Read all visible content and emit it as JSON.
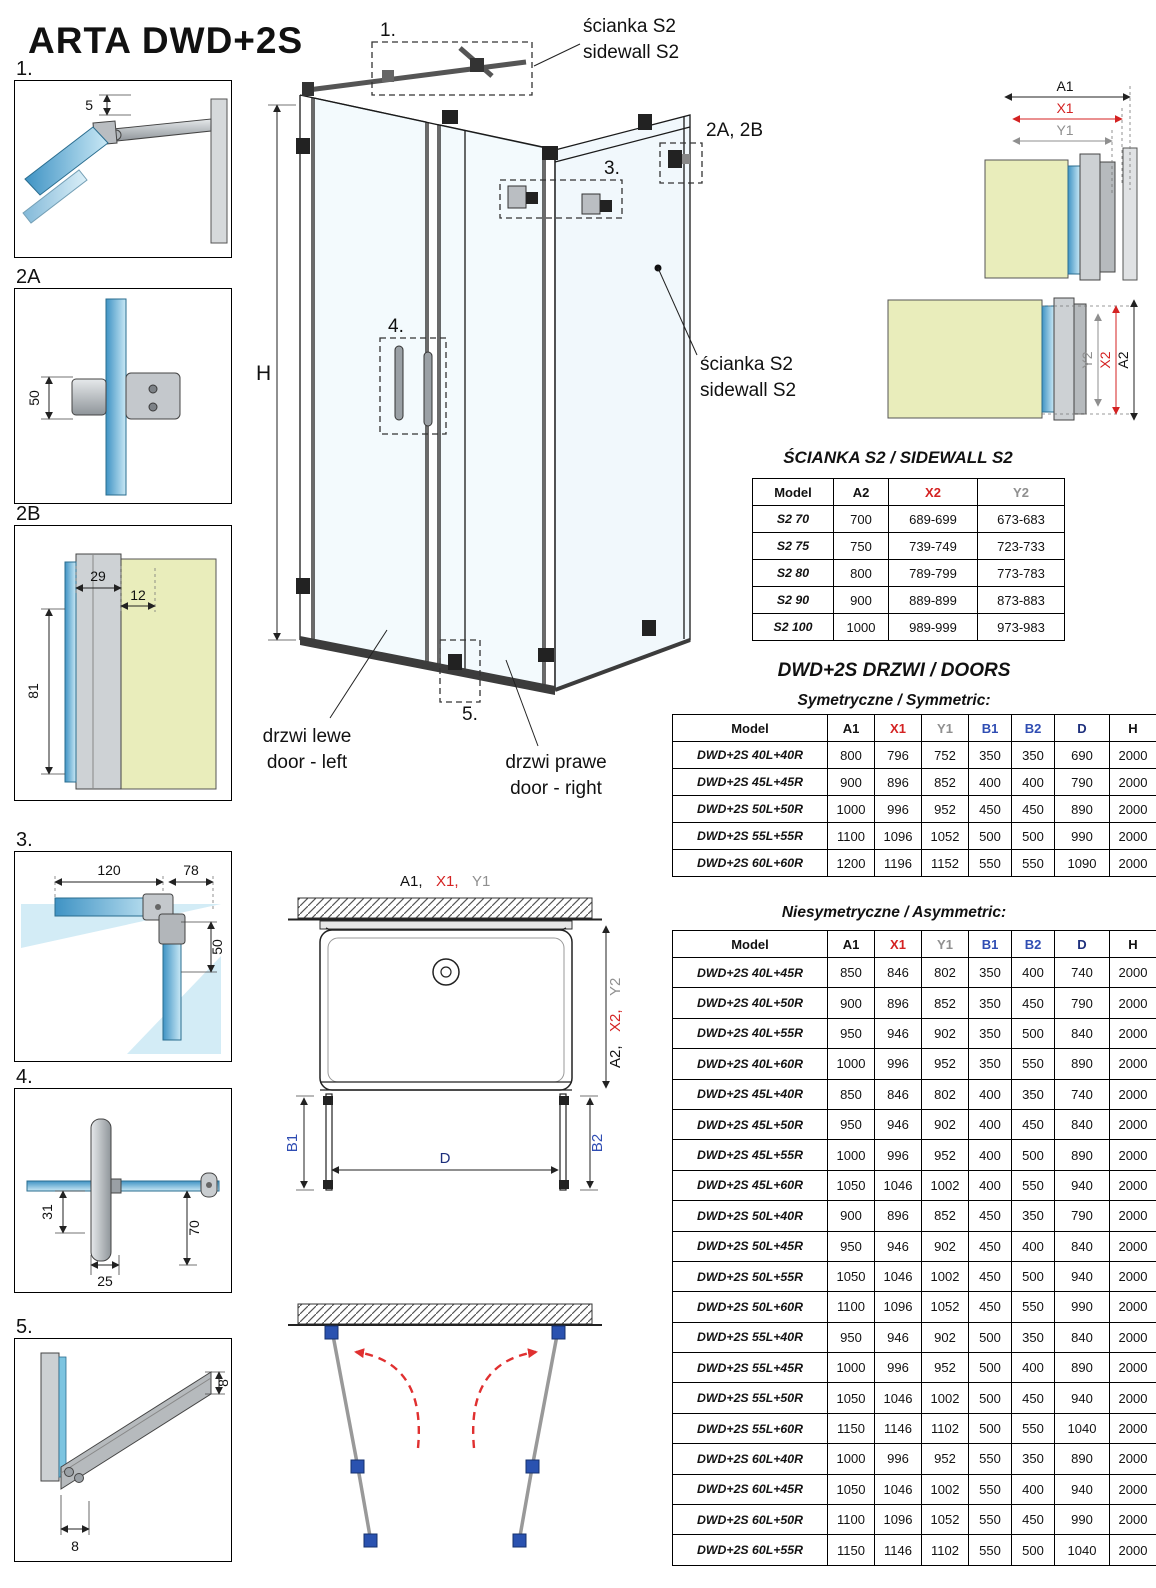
{
  "title": "ARTA DWD+2S",
  "details": {
    "d1": {
      "label": "1.",
      "dims": [
        "5"
      ]
    },
    "d2a": {
      "label": "2A",
      "dims": [
        "50"
      ]
    },
    "d2b": {
      "label": "2B",
      "dims": [
        "29",
        "12",
        "81"
      ]
    },
    "d3": {
      "label": "3.",
      "dims": [
        "120",
        "78",
        "50"
      ]
    },
    "d4": {
      "label": "4.",
      "dims": [
        "31",
        "25",
        "70"
      ]
    },
    "d5": {
      "label": "5.",
      "dims": [
        "8",
        "8"
      ]
    }
  },
  "main": {
    "callout1": "1.",
    "callout2": "2A, 2B",
    "callout3": "3.",
    "callout4": "4.",
    "callout5": "5.",
    "h_label": "H",
    "sidewall_top_pl": "ścianka S2",
    "sidewall_top_en": "sidewall S2",
    "sidewall_right_pl": "ścianka S2",
    "sidewall_right_en": "sidewall S2",
    "door_left_pl": "drzwi lewe",
    "door_left_en": "door - left",
    "door_right_pl": "drzwi prawe",
    "door_right_en": "door - right"
  },
  "corner_top": {
    "a1": "A1",
    "x1": "X1",
    "y1": "Y1"
  },
  "corner_side": {
    "y2": "Y2",
    "x2": "X2",
    "a2": "A2"
  },
  "top_view": {
    "a1": "A1,",
    "x1": "X1,",
    "y1": "Y1",
    "a2": "A2,",
    "x2": "X2,",
    "y2": "Y2",
    "b1": "B1",
    "b2": "B2",
    "d": "D"
  },
  "sidewall_table": {
    "title": "ŚCIANKA S2 / SIDEWALL S2",
    "headers": [
      "Model",
      "A2",
      "X2",
      "Y2"
    ],
    "rows": [
      [
        "S2 70",
        "700",
        "689-699",
        "673-683"
      ],
      [
        "S2 75",
        "750",
        "739-749",
        "723-733"
      ],
      [
        "S2 80",
        "800",
        "789-799",
        "773-783"
      ],
      [
        "S2 90",
        "900",
        "889-899",
        "873-883"
      ],
      [
        "S2 100",
        "1000",
        "989-999",
        "973-983"
      ]
    ]
  },
  "doors": {
    "title": "DWD+2S DRZWI / DOORS",
    "sym_title": "Symetryczne / Symmetric:",
    "asym_title": "Niesymetryczne / Asymmetric:",
    "sym": {
      "headers": [
        "Model",
        "A1",
        "X1",
        "Y1",
        "B1",
        "B2",
        "D",
        "H"
      ],
      "rows": [
        [
          "DWD+2S 40L+40R",
          "800",
          "796",
          "752",
          "350",
          "350",
          "690",
          "2000"
        ],
        [
          "DWD+2S 45L+45R",
          "900",
          "896",
          "852",
          "400",
          "400",
          "790",
          "2000"
        ],
        [
          "DWD+2S 50L+50R",
          "1000",
          "996",
          "952",
          "450",
          "450",
          "890",
          "2000"
        ],
        [
          "DWD+2S 55L+55R",
          "1100",
          "1096",
          "1052",
          "500",
          "500",
          "990",
          "2000"
        ],
        [
          "DWD+2S 60L+60R",
          "1200",
          "1196",
          "1152",
          "550",
          "550",
          "1090",
          "2000"
        ]
      ]
    },
    "asym": {
      "headers": [
        "Model",
        "A1",
        "X1",
        "Y1",
        "B1",
        "B2",
        "D",
        "H"
      ],
      "rows": [
        [
          "DWD+2S 40L+45R",
          "850",
          "846",
          "802",
          "350",
          "400",
          "740",
          "2000"
        ],
        [
          "DWD+2S 40L+50R",
          "900",
          "896",
          "852",
          "350",
          "450",
          "790",
          "2000"
        ],
        [
          "DWD+2S 40L+55R",
          "950",
          "946",
          "902",
          "350",
          "500",
          "840",
          "2000"
        ],
        [
          "DWD+2S 40L+60R",
          "1000",
          "996",
          "952",
          "350",
          "550",
          "890",
          "2000"
        ],
        [
          "DWD+2S 45L+40R",
          "850",
          "846",
          "802",
          "400",
          "350",
          "740",
          "2000"
        ],
        [
          "DWD+2S 45L+50R",
          "950",
          "946",
          "902",
          "400",
          "450",
          "840",
          "2000"
        ],
        [
          "DWD+2S 45L+55R",
          "1000",
          "996",
          "952",
          "400",
          "500",
          "890",
          "2000"
        ],
        [
          "DWD+2S 45L+60R",
          "1050",
          "1046",
          "1002",
          "400",
          "550",
          "940",
          "2000"
        ],
        [
          "DWD+2S 50L+40R",
          "900",
          "896",
          "852",
          "450",
          "350",
          "790",
          "2000"
        ],
        [
          "DWD+2S 50L+45R",
          "950",
          "946",
          "902",
          "450",
          "400",
          "840",
          "2000"
        ],
        [
          "DWD+2S 50L+55R",
          "1050",
          "1046",
          "1002",
          "450",
          "500",
          "940",
          "2000"
        ],
        [
          "DWD+2S 50L+60R",
          "1100",
          "1096",
          "1052",
          "450",
          "550",
          "990",
          "2000"
        ],
        [
          "DWD+2S 55L+40R",
          "950",
          "946",
          "902",
          "500",
          "350",
          "840",
          "2000"
        ],
        [
          "DWD+2S 55L+45R",
          "1000",
          "996",
          "952",
          "500",
          "400",
          "890",
          "2000"
        ],
        [
          "DWD+2S 55L+50R",
          "1050",
          "1046",
          "1002",
          "500",
          "450",
          "940",
          "2000"
        ],
        [
          "DWD+2S 55L+60R",
          "1150",
          "1146",
          "1102",
          "500",
          "550",
          "1040",
          "2000"
        ],
        [
          "DWD+2S 60L+40R",
          "1000",
          "996",
          "952",
          "550",
          "350",
          "890",
          "2000"
        ],
        [
          "DWD+2S 60L+45R",
          "1050",
          "1046",
          "1002",
          "550",
          "400",
          "940",
          "2000"
        ],
        [
          "DWD+2S 60L+50R",
          "1100",
          "1096",
          "1052",
          "550",
          "450",
          "990",
          "2000"
        ],
        [
          "DWD+2S 60L+55R",
          "1150",
          "1146",
          "1102",
          "550",
          "500",
          "1040",
          "2000"
        ]
      ]
    }
  },
  "colors": {
    "x_red": "#d42222",
    "y_gray": "#8f8f8f",
    "b_blue": "#2f4db3",
    "d_navy": "#1d2f7c",
    "glass_blue": "#5fb3dc",
    "wall_green": "#e9edbb",
    "swing_red": "#e03030",
    "hinge_blue": "#2a52b0"
  }
}
